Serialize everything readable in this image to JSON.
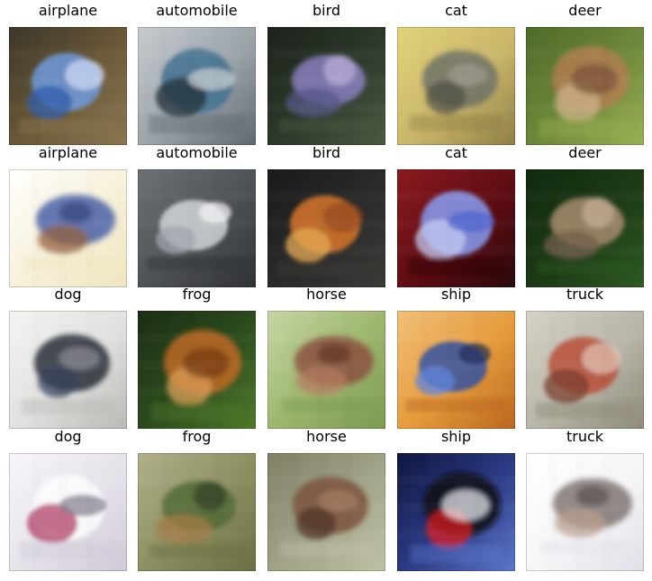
{
  "grid": {
    "rows": [
      [
        {
          "label": "airplane",
          "bg": [
            "#6d5a3a",
            "#8a7650",
            "#3b3628"
          ],
          "fg": [
            "#6ea0e8",
            "#2f5fb0",
            "#d9e6ff"
          ],
          "icon": "airplane-icon"
        },
        {
          "label": "automobile",
          "bg": [
            "#9aa2a8",
            "#5f6870",
            "#c7ccd0"
          ],
          "fg": [
            "#3c6f8f",
            "#1c2a33",
            "#d0d6da"
          ],
          "icon": "car-icon"
        },
        {
          "label": "bird",
          "bg": [
            "#2e3a2c",
            "#4c5a40",
            "#1c221b"
          ],
          "fg": [
            "#8e84c8",
            "#5b5a8e",
            "#c7b8e6"
          ],
          "icon": "bird-icon"
        },
        {
          "label": "cat",
          "bg": [
            "#c9b66a",
            "#8e7f44",
            "#e3d37a"
          ],
          "fg": [
            "#6a6f66",
            "#4b4c44",
            "#9d9d93"
          ],
          "icon": "cat-icon"
        },
        {
          "label": "deer",
          "bg": [
            "#6f8a3a",
            "#9bb053",
            "#4d6a2a"
          ],
          "fg": [
            "#b47d52",
            "#d6b38f",
            "#7a4f36"
          ],
          "icon": "deer-icon"
        }
      ],
      [
        {
          "label": "airplane",
          "bg": [
            "#f7f0d8",
            "#efe5c1",
            "#ffffff"
          ],
          "fg": [
            "#3f5aa5",
            "#8f5a36",
            "#2b3b75"
          ],
          "icon": "airplane-icon"
        },
        {
          "label": "automobile",
          "bg": [
            "#4d5155",
            "#2f3234",
            "#6d7276"
          ],
          "fg": [
            "#d8dde1",
            "#a6acb2",
            "#ffffff"
          ],
          "icon": "car-icon"
        },
        {
          "label": "bird",
          "bg": [
            "#2b2b2b",
            "#3a3a36",
            "#1a1a1a"
          ],
          "fg": [
            "#e07a2c",
            "#f2b155",
            "#9b4a1c"
          ],
          "icon": "bird-icon"
        },
        {
          "label": "cat",
          "bg": [
            "#5e0d12",
            "#2a0a0d",
            "#8b1a1f"
          ],
          "fg": [
            "#8aa6ff",
            "#c9d5ff",
            "#4b67d8"
          ],
          "icon": "cat-icon"
        },
        {
          "label": "deer",
          "bg": [
            "#1e3b16",
            "#2e5a23",
            "#102a0e"
          ],
          "fg": [
            "#b09076",
            "#7a624f",
            "#d2b8a0"
          ],
          "icon": "deer-icon"
        }
      ],
      [
        {
          "label": "dog",
          "bg": [
            "#e0e0de",
            "#b8b8b4",
            "#f4f4f2"
          ],
          "fg": [
            "#1d2330",
            "#2d3b55",
            "#8a8c92"
          ],
          "icon": "dog-icon"
        },
        {
          "label": "frog",
          "bg": [
            "#2d4d1e",
            "#4f7a2a",
            "#1b2e13"
          ],
          "fg": [
            "#c56a25",
            "#e6a25a",
            "#7a3b14"
          ],
          "icon": "frog-icon"
        },
        {
          "label": "horse",
          "bg": [
            "#9bb56b",
            "#7b9a52",
            "#c8d6a5"
          ],
          "fg": [
            "#8a4b3c",
            "#b57a62",
            "#5c2e23"
          ],
          "icon": "horse-icon"
        },
        {
          "label": "ship",
          "bg": [
            "#e59a3a",
            "#b9671e",
            "#f2c07a"
          ],
          "fg": [
            "#2b4fa8",
            "#5a86e6",
            "#16265a"
          ],
          "icon": "ship-icon"
        },
        {
          "label": "truck",
          "bg": [
            "#b8b5a8",
            "#8f8a78",
            "#d6d2c6"
          ],
          "fg": [
            "#b84a32",
            "#7a3a2a",
            "#e6c7b9"
          ],
          "icon": "truck-icon"
        }
      ],
      [
        {
          "label": "dog",
          "bg": [
            "#e6e2ea",
            "#cfc9d8",
            "#f8f6fb"
          ],
          "fg": [
            "#fefefe",
            "#b03a63",
            "#7a7685"
          ],
          "icon": "dog-icon"
        },
        {
          "label": "frog",
          "bg": [
            "#8b8d5e",
            "#6b6f43",
            "#b2b18c"
          ],
          "fg": [
            "#4f6a35",
            "#a57b45",
            "#2f3a22"
          ],
          "icon": "frog-icon"
        },
        {
          "label": "horse",
          "bg": [
            "#a3a58a",
            "#c0c2a8",
            "#7f7f63"
          ],
          "fg": [
            "#7a4f3a",
            "#4c2e22",
            "#a77a62"
          ],
          "icon": "horse-icon"
        },
        {
          "label": "ship",
          "bg": [
            "#2d3c88",
            "#5d77c9",
            "#0e163d"
          ],
          "fg": [
            "#0a0a0a",
            "#e21a1a",
            "#ffffff"
          ],
          "icon": "ship-icon"
        },
        {
          "label": "truck",
          "bg": [
            "#f6f6f8",
            "#e1dfe7",
            "#ffffff"
          ],
          "fg": [
            "#7a6f6b",
            "#b59b8a",
            "#4f4a47"
          ],
          "icon": "truck-icon"
        }
      ]
    ]
  }
}
